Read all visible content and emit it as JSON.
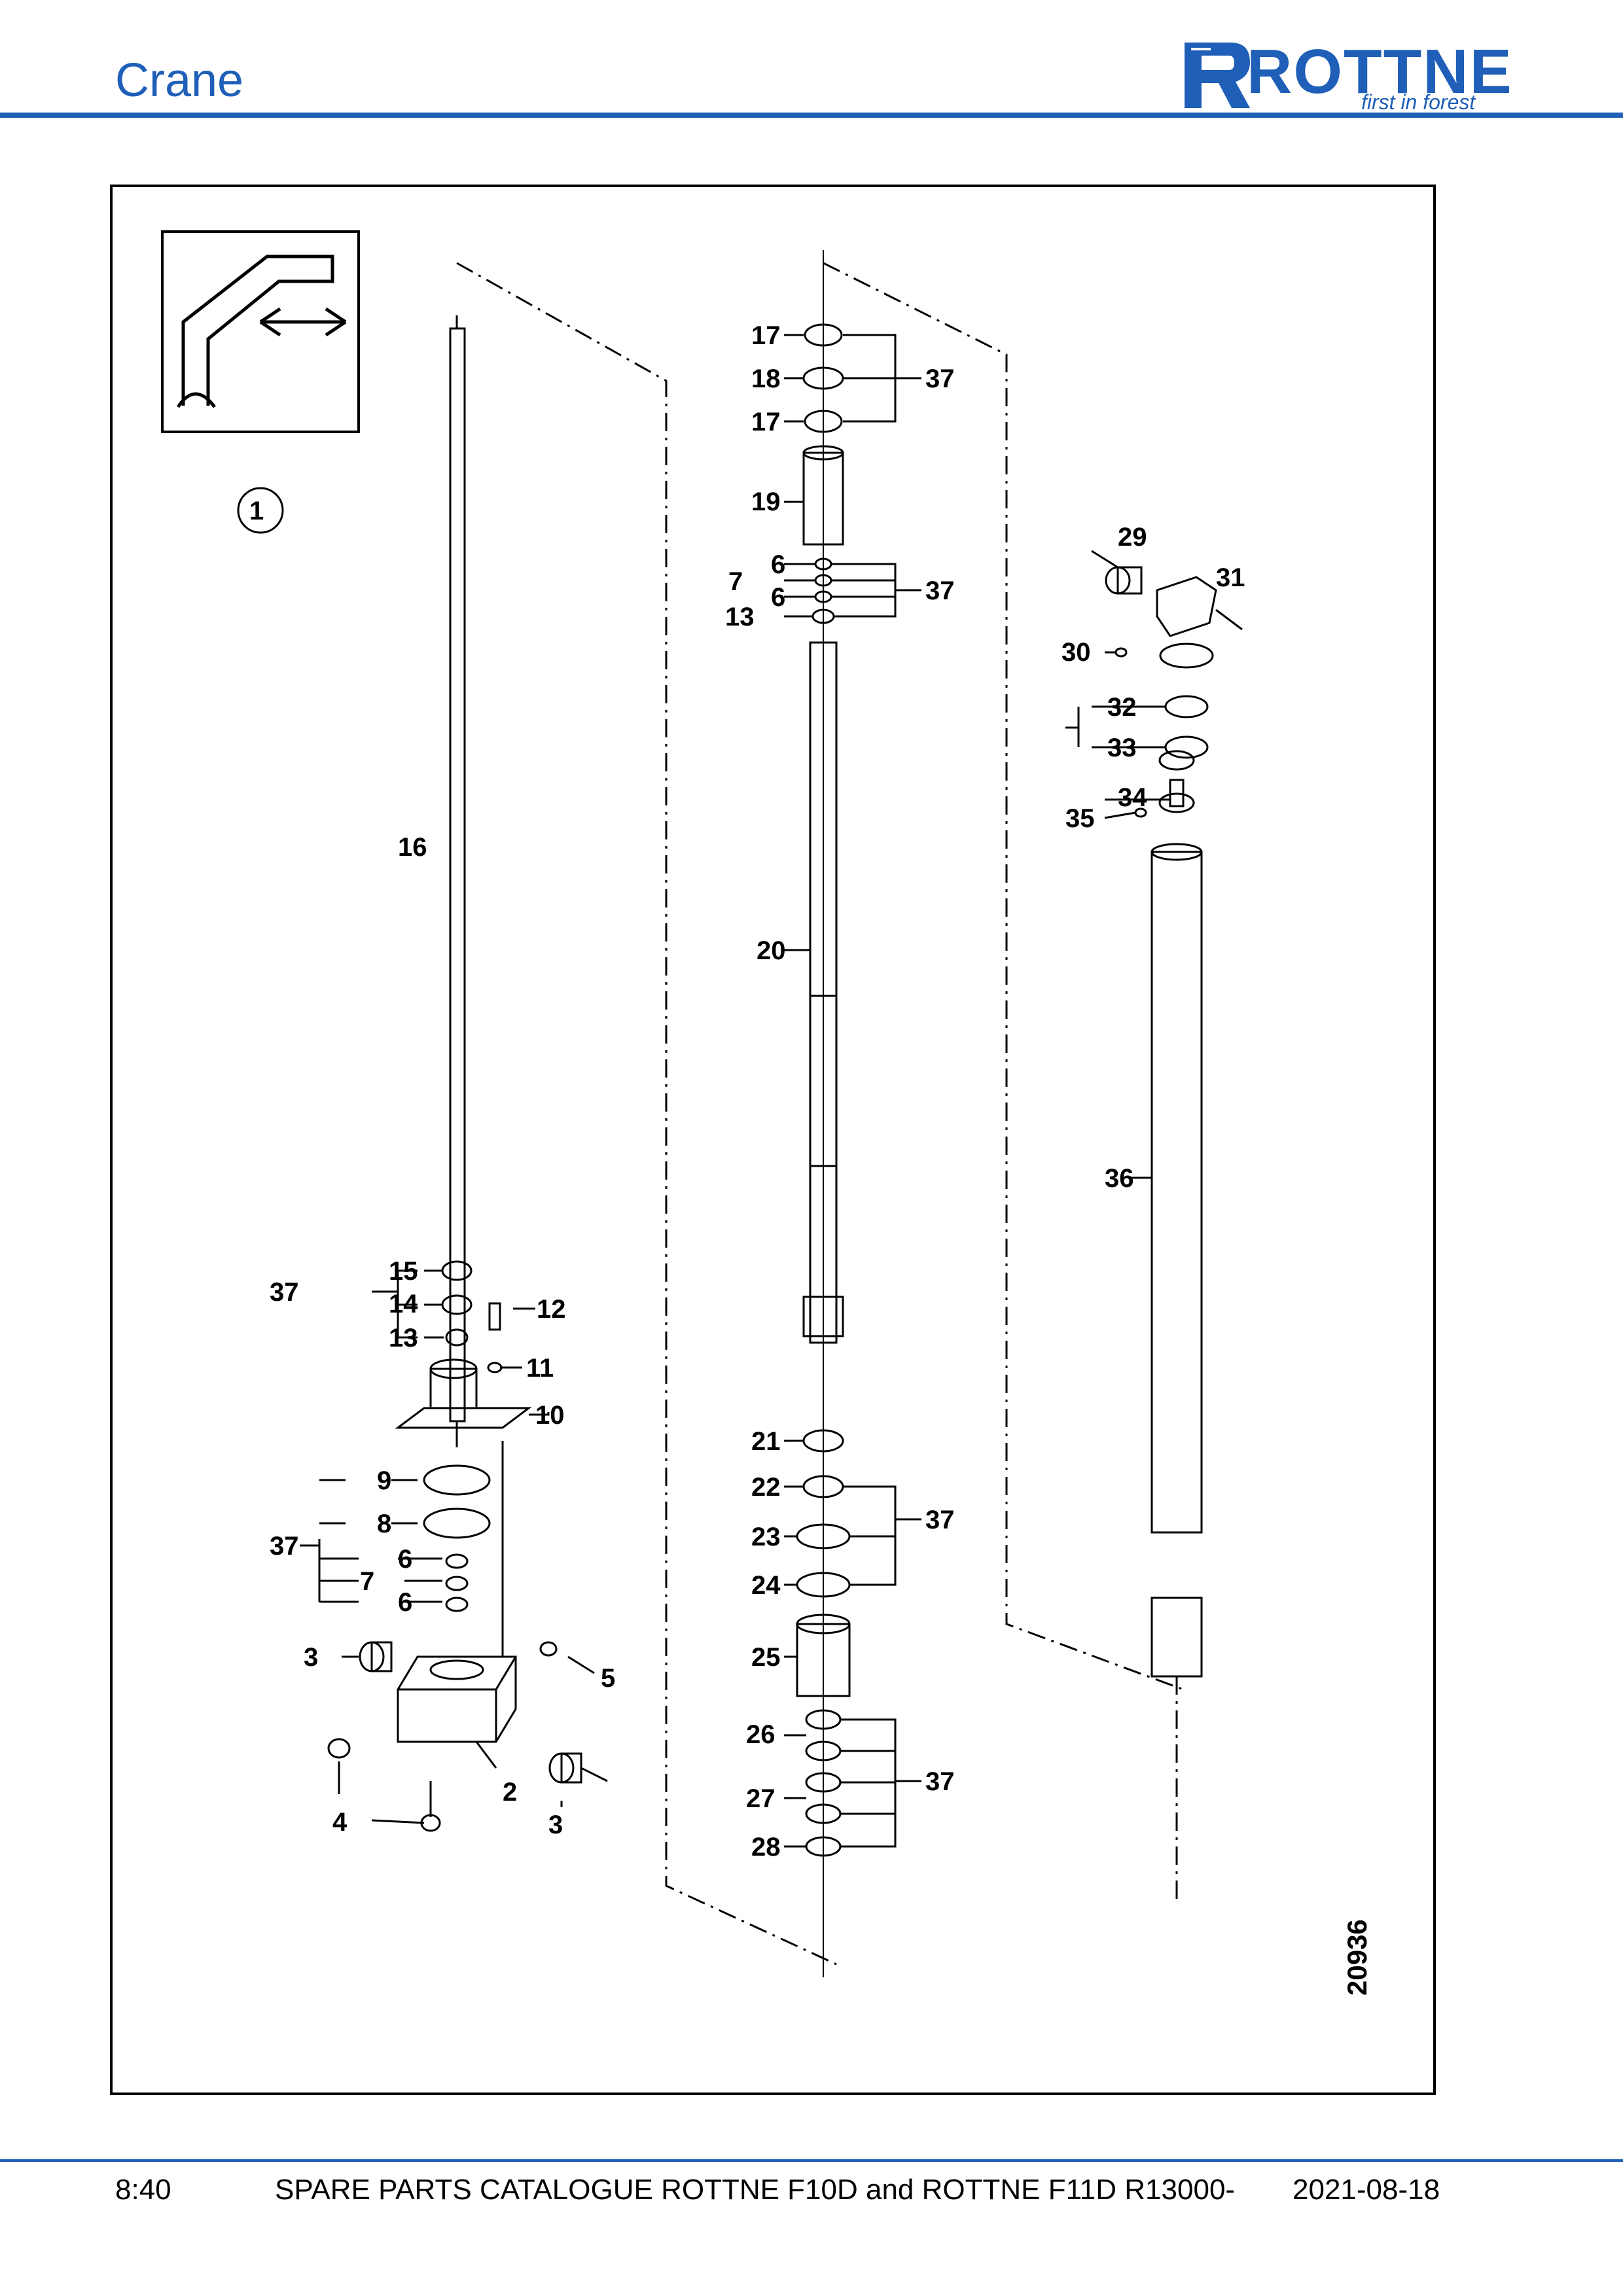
{
  "header": {
    "title": "Crane",
    "logo_word": "ROTTNE",
    "logo_tagline": "first in forest"
  },
  "figure": {
    "callout_number": "1",
    "drawing_number": "20936",
    "labels": [
      "2",
      "3",
      "3",
      "4",
      "5",
      "6",
      "6",
      "6",
      "6",
      "7",
      "7",
      "8",
      "9",
      "10",
      "11",
      "12",
      "13",
      "13",
      "14",
      "15",
      "16",
      "17",
      "17",
      "18",
      "19",
      "20",
      "21",
      "22",
      "23",
      "24",
      "25",
      "26",
      "27",
      "28",
      "29",
      "30",
      "31",
      "32",
      "33",
      "34",
      "35",
      "36",
      "37",
      "37",
      "37",
      "37",
      "37",
      "37"
    ]
  },
  "footer": {
    "page": "8:40",
    "title": "SPARE PARTS CATALOGUE ROTTNE F10D and ROTTNE F11D R13000-",
    "date": "2021-08-18"
  },
  "colors": {
    "brand_blue": "#1f5fb8"
  }
}
